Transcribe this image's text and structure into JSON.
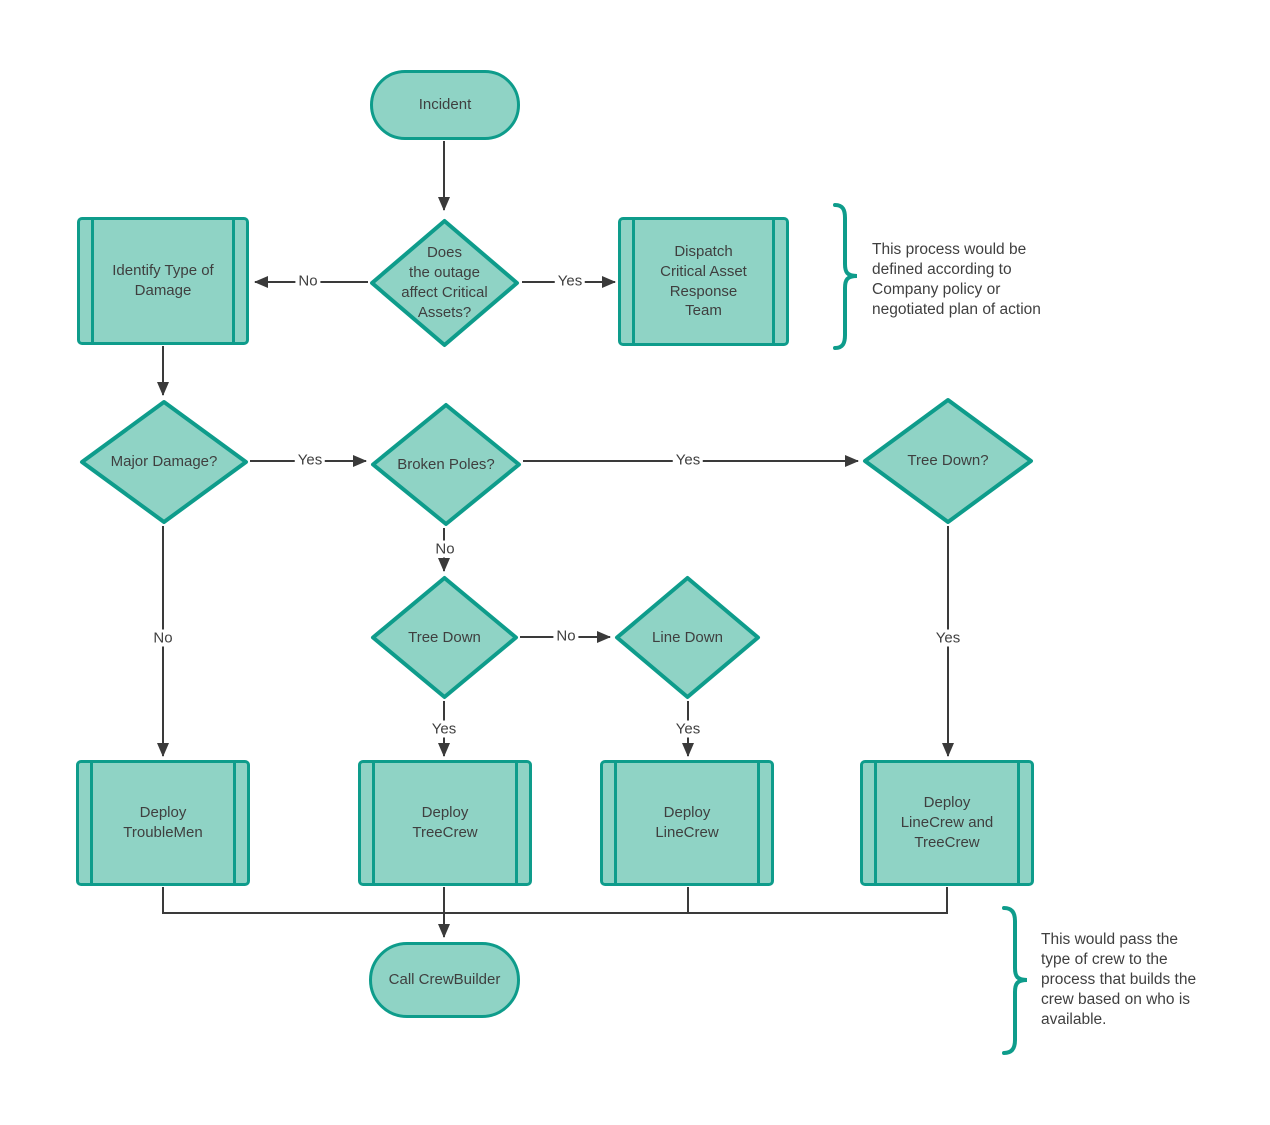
{
  "colors": {
    "fill": "#8fd3c5",
    "stroke": "#0e9c8b",
    "line": "#3a3a3a",
    "text": "#3f3f3f",
    "bg": "#ffffff"
  },
  "nodes": {
    "incident": "Incident",
    "critical_assets": "Does\nthe outage\naffect Critical\nAssets?",
    "identify_damage": "Identify Type of\nDamage",
    "dispatch_team": "Dispatch\nCritical Asset\nResponse\nTeam",
    "major_damage": "Major Damage?",
    "broken_poles": "Broken Poles?",
    "tree_down_q": "Tree Down?",
    "tree_down": "Tree Down",
    "line_down": "Line Down",
    "deploy_troublemen": "Deploy\nTroubleMen",
    "deploy_treecrew": "Deploy\nTreeCrew",
    "deploy_linecrew": "Deploy\nLineCrew",
    "deploy_linecrew_treecrew": "Deploy\nLineCrew and\nTreeCrew",
    "call_crewbuilder": "Call CrewBuilder"
  },
  "edge_labels": {
    "assets_no": "No",
    "assets_yes": "Yes",
    "major_yes": "Yes",
    "poles_yes": "Yes",
    "poles_no": "No",
    "tree_no": "No",
    "major_no": "No",
    "tree_yes": "Yes",
    "line_yes": "Yes",
    "treeq_yes": "Yes"
  },
  "annotations": {
    "policy_note": "This process would be\ndefined according to\nCompany policy or\nnegotiated plan of action",
    "crew_note": "This would pass the\ntype of crew to the\nprocess that builds the\ncrew based on who is\navailable."
  }
}
